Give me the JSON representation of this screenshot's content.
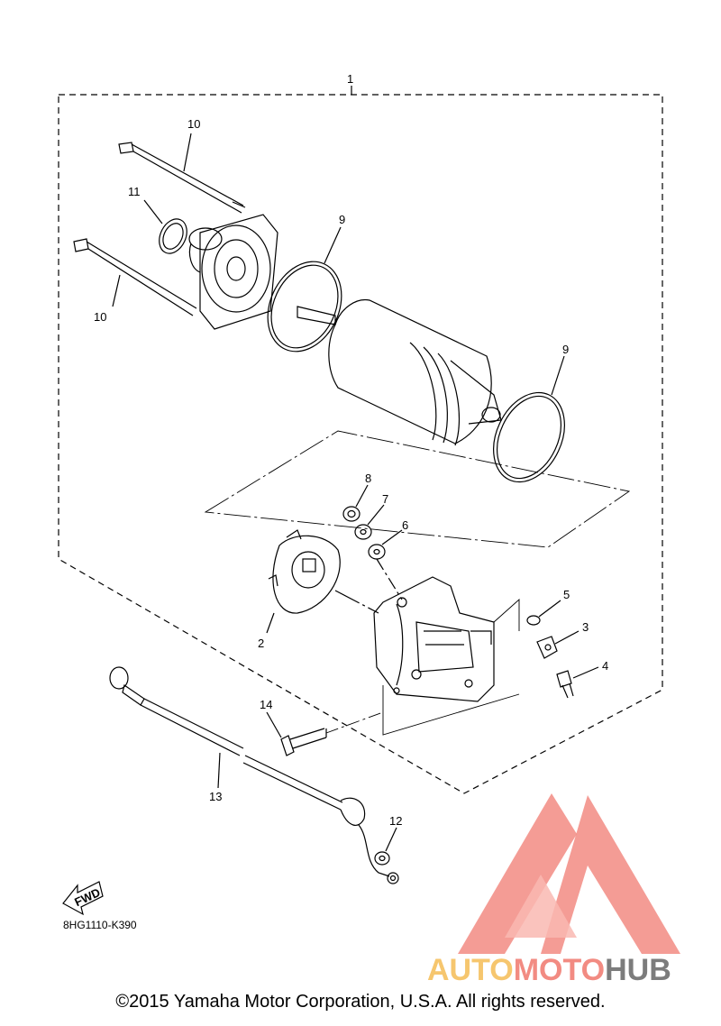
{
  "callouts": [
    {
      "id": "c1",
      "label": "1"
    },
    {
      "id": "c2",
      "label": "2"
    },
    {
      "id": "c3",
      "label": "3"
    },
    {
      "id": "c4",
      "label": "4"
    },
    {
      "id": "c5",
      "label": "5"
    },
    {
      "id": "c6",
      "label": "6"
    },
    {
      "id": "c7",
      "label": "7"
    },
    {
      "id": "c8",
      "label": "8"
    },
    {
      "id": "c9a",
      "label": "9"
    },
    {
      "id": "c9b",
      "label": "9"
    },
    {
      "id": "c10a",
      "label": "10"
    },
    {
      "id": "c10b",
      "label": "10"
    },
    {
      "id": "c11",
      "label": "11"
    },
    {
      "id": "c12",
      "label": "12"
    },
    {
      "id": "c13",
      "label": "13"
    },
    {
      "id": "c14",
      "label": "14"
    }
  ],
  "fwd_label": "FWD",
  "diagram_code": "8HG1110-K390",
  "watermark": {
    "part1": "AUTO",
    "part2": "MOTO",
    "part3": "HUB"
  },
  "copyright": "©2015 Yamaha Motor Corporation, U.S.A. All rights reserved.",
  "colors": {
    "line": "#000000",
    "watermark_red": "#f28b82",
    "watermark_yellow": "#f6c66e",
    "watermark_gray": "#7c7c7c"
  }
}
